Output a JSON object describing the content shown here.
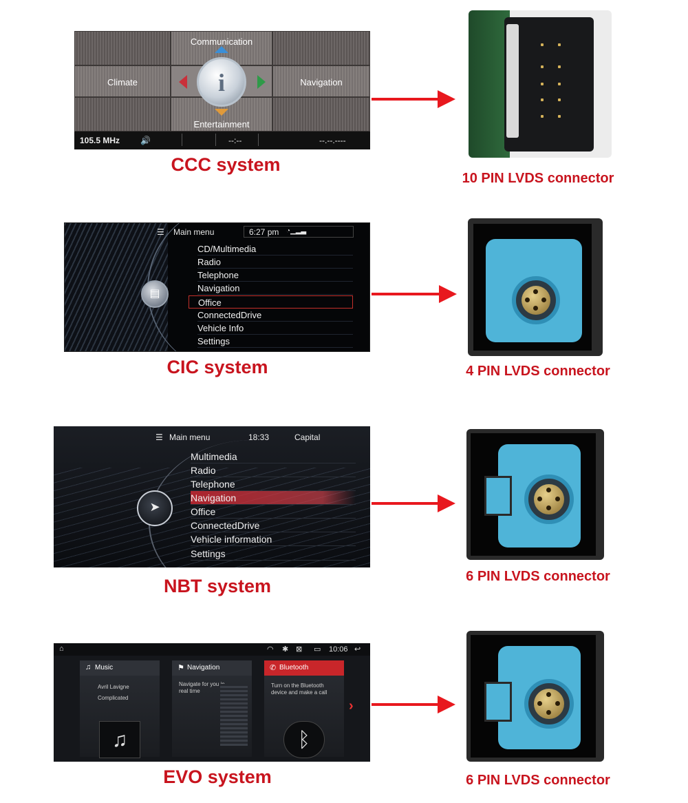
{
  "rows": [
    {
      "system_label": "CCC system",
      "connector_label": "10 PIN LVDS connector",
      "screen": {
        "tiles": {
          "top": "Communication",
          "left": "Climate",
          "right": "Navigation",
          "bottom": "Entertainment"
        },
        "center_icon": "i",
        "status": {
          "frequency": "105.5 MHz",
          "time": "--:--",
          "date": "--.--.----"
        }
      }
    },
    {
      "system_label": "CIC system",
      "connector_label": "4 PIN LVDS connector",
      "screen": {
        "title": "Main menu",
        "time": "6:27 pm",
        "items": [
          "CD/Multimedia",
          "Radio",
          "Telephone",
          "Navigation",
          "Office",
          "ConnectedDrive",
          "Vehicle Info",
          "Settings"
        ],
        "selected": "Office"
      }
    },
    {
      "system_label": "NBT system",
      "connector_label": "6 PIN LVDS connector",
      "screen": {
        "title": "Main menu",
        "time": "18:33",
        "location": "Capital",
        "items": [
          "Multimedia",
          "Radio",
          "Telephone",
          "Navigation",
          "Office",
          "ConnectedDrive",
          "Vehicle information",
          "Settings"
        ],
        "selected": "Navigation"
      }
    },
    {
      "system_label": "EVO system",
      "connector_label": "6 PIN LVDS connector",
      "screen": {
        "time": "10:06",
        "cards": [
          {
            "title": "Music",
            "lines": [
              "Avril Lavigne",
              "Complicated"
            ],
            "icon": "music-note-icon"
          },
          {
            "title": "Navigation",
            "lines": [
              "Navigate for you in real time"
            ],
            "icon": "city-skyline-icon"
          },
          {
            "title": "Bluetooth",
            "lines": [
              "Turn on the Bluetooth device and make a call"
            ],
            "icon": "bluetooth-icon"
          }
        ]
      }
    }
  ],
  "colors": {
    "caption_red": "#c8141e",
    "arrow_red": "#e8181e",
    "connector_blue": "#4fb4d8"
  }
}
